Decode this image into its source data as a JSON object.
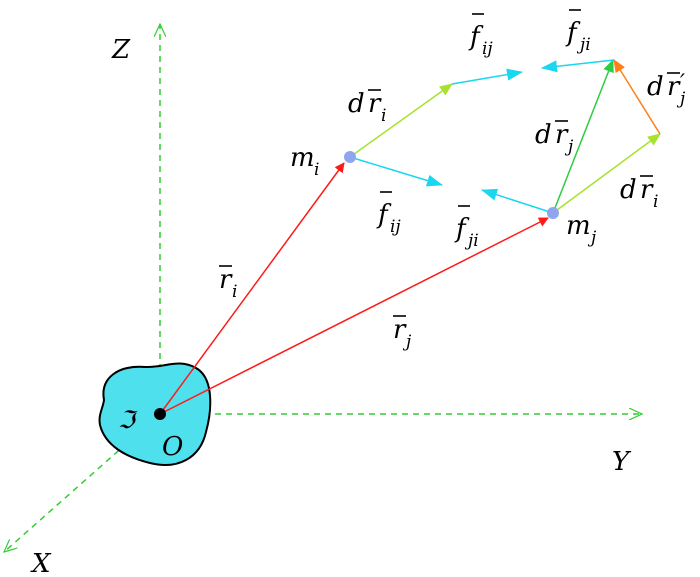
{
  "colors": {
    "axis": "#33cc33",
    "position": "#ff1a1a",
    "force": "#1ad6ee",
    "displacement": "#a6e22e",
    "rel_disp": "#2ecc40",
    "orange": "#ff7f1a",
    "body_fill": "#4fe0ee",
    "particle": "#8fa6ee"
  },
  "axes": {
    "z": "Z",
    "y": "Y",
    "x": "X"
  },
  "origin": {
    "label": "O",
    "frame": "ℑ"
  },
  "particle_i": {
    "m": "m",
    "sub": "i"
  },
  "particle_j": {
    "m": "m",
    "sub": "j"
  },
  "r_i": {
    "base": "r",
    "sub": "i"
  },
  "r_j": {
    "base": "r",
    "sub": "j"
  },
  "dr_i_left": {
    "d": "d",
    "base": "r",
    "sub": "i"
  },
  "dr_i_right": {
    "d": "d",
    "base": "r",
    "sub": "i"
  },
  "dr_j": {
    "d": "d",
    "base": "r",
    "sub": "j"
  },
  "dr_j_prime": {
    "d": "d",
    "base": "r",
    "sub": "j",
    "prime": "′"
  },
  "f_ij_top": {
    "base": "f",
    "sub": "ij"
  },
  "f_ji_top": {
    "base": "f",
    "sub": "ji"
  },
  "f_ij_bottom": {
    "base": "f",
    "sub": "ij"
  },
  "f_ji_bottom": {
    "base": "f",
    "sub": "ji"
  }
}
